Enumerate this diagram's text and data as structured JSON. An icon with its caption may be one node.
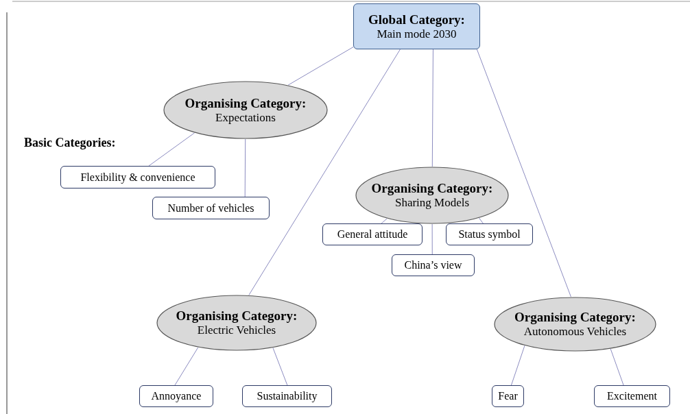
{
  "diagram": {
    "nodes": [
      {
        "text": [
          "Global Category:",
          "Main mode 2030"
        ]
      },
      {
        "text": [
          "Organising Category:",
          "Expectations"
        ]
      },
      {
        "text": [
          "Flexibility  & convenience"
        ]
      },
      {
        "text": [
          "Number of vehicles"
        ]
      },
      {
        "text": [
          "Organising Category:",
          "Sharing Models"
        ]
      },
      {
        "text": [
          "General attitude"
        ]
      },
      {
        "text": [
          "Status symbol"
        ]
      },
      {
        "text": [
          "China’s view"
        ]
      },
      {
        "text": [
          "Organising Category:",
          "Electric Vehicles"
        ]
      },
      {
        "text": [
          "Annoyance"
        ]
      },
      {
        "text": [
          "Sustainability"
        ]
      },
      {
        "text": [
          "Organising Category:",
          "Autonomous Vehicles"
        ]
      },
      {
        "text": [
          "Fear"
        ]
      },
      {
        "text": [
          "Excitement"
        ]
      }
    ],
    "edges": [
      {
        "from": 0,
        "to": 1,
        "arrow": "none"
      },
      {
        "from": 0,
        "to": 4,
        "arrow": "none"
      },
      {
        "from": 0,
        "to": 8,
        "arrow": "none"
      },
      {
        "from": 0,
        "to": 11,
        "arrow": "none"
      },
      {
        "from": 1,
        "to": 2,
        "arrow": "none"
      },
      {
        "from": 1,
        "to": 3,
        "arrow": "none"
      },
      {
        "from": 4,
        "to": 5,
        "arrow": "none"
      },
      {
        "from": 4,
        "to": 7,
        "arrow": "none"
      },
      {
        "from": 4,
        "to": 6,
        "arrow": "none"
      },
      {
        "from": 8,
        "to": 9,
        "arrow": "none"
      },
      {
        "from": 8,
        "to": 10,
        "arrow": "none"
      },
      {
        "from": 11,
        "to": 12,
        "arrow": "none"
      },
      {
        "from": 11,
        "to": 13,
        "arrow": "none"
      }
    ],
    "labels": [
      "Basic Categories:"
    ]
  }
}
